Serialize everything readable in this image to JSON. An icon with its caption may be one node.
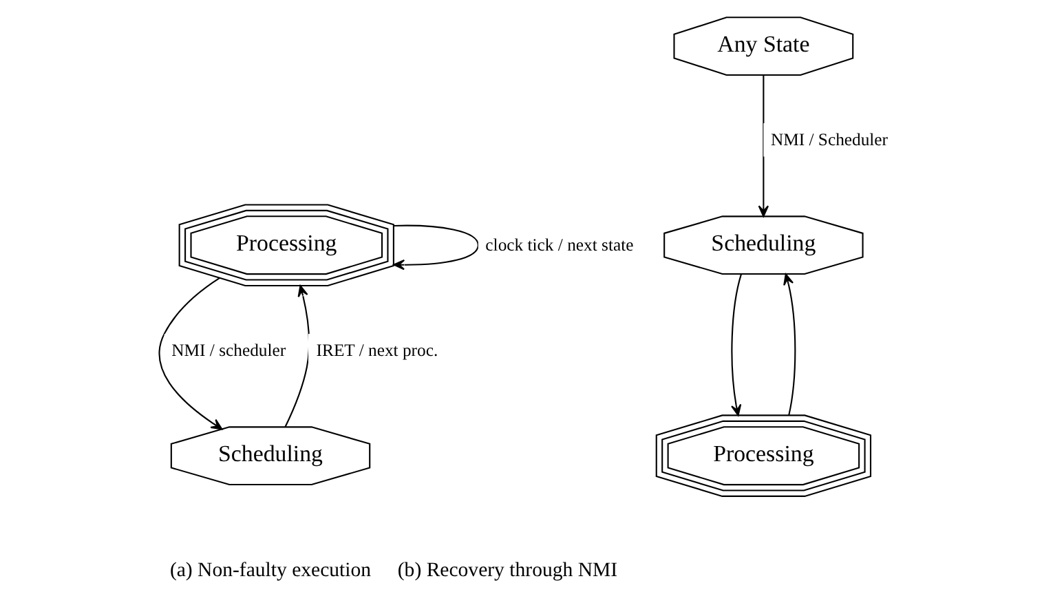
{
  "diagram": {
    "nodes": [
      {
        "text": [
          "Processing"
        ]
      },
      {
        "text": [
          "Scheduling"
        ]
      },
      {
        "text": [
          "Any State"
        ]
      },
      {
        "text": [
          "Processing"
        ]
      },
      {
        "text": [
          "Scheduling"
        ]
      }
    ],
    "edges": [
      {
        "from": 0,
        "to": 0,
        "arrow": "to",
        "label": "clock tick / next state"
      },
      {
        "from": 0,
        "to": 1,
        "arrow": "to",
        "label": "NMI / scheduler"
      },
      {
        "from": 1,
        "to": 0,
        "arrow": "to",
        "label": "IRET / next proc."
      },
      {
        "from": 2,
        "to": 4,
        "arrow": "to",
        "label": "NMI / Scheduler"
      },
      {
        "from": 3,
        "to": 4,
        "arrow": "to"
      },
      {
        "from": 4,
        "to": 3,
        "arrow": "to"
      }
    ],
    "labels": [
      "(a) Non-faulty execution",
      "(b) Recovery through NMI"
    ]
  }
}
